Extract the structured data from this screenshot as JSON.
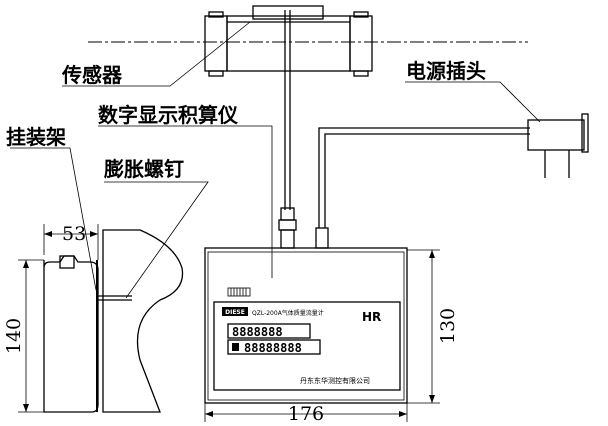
{
  "labels": {
    "sensor": "传感器",
    "integrator": "数字显示积算仪",
    "power_plug": "电源插头",
    "bracket": "挂装架",
    "expansion_screw": "膨胀螺钉"
  },
  "dimensions": {
    "bracket_depth": "53",
    "bracket_height": "140",
    "box_height": "130",
    "box_width": "176"
  },
  "panel": {
    "logo": "DIESE",
    "model": "QZL-200A气体质量流量计",
    "lcd_upper": "8888888",
    "lcd_lower": "88888888",
    "manufacturer": "丹东东华测控有限公司",
    "vendor_mark": "HR"
  }
}
